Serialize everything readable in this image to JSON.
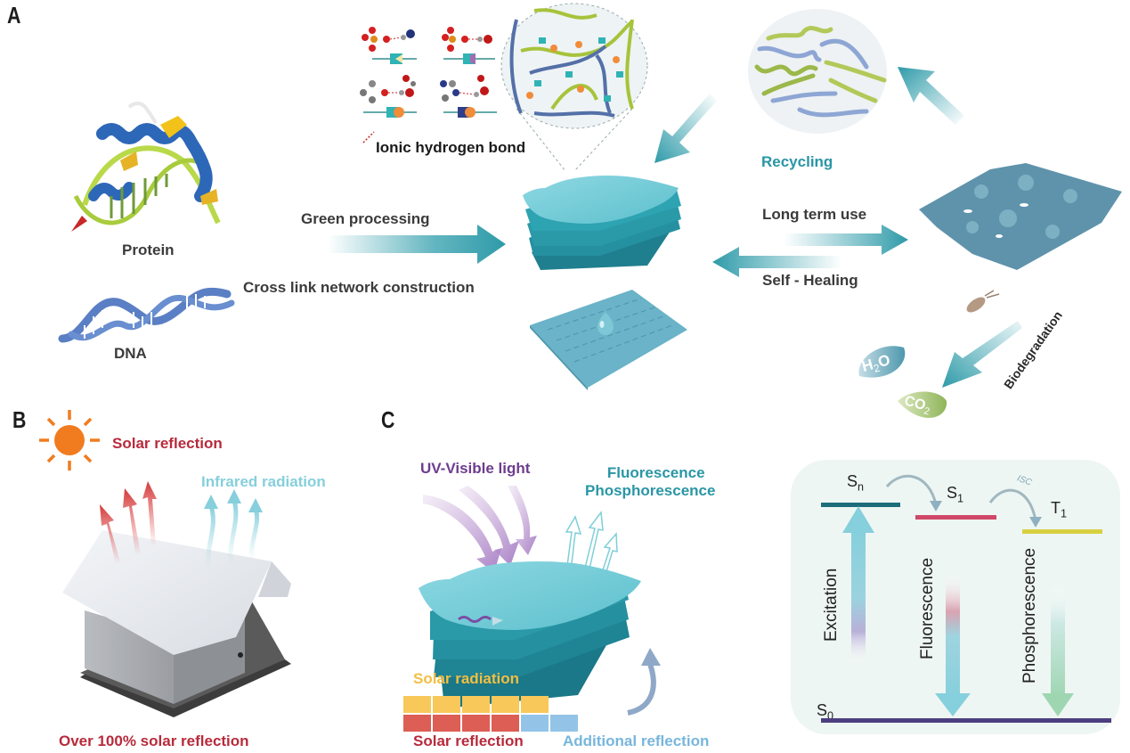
{
  "panels": {
    "a": {
      "letter": "A",
      "protein_label": "Protein",
      "dna_label": "DNA",
      "arrow_top_label": "Green processing",
      "arrow_bottom_label": "Cross link network construction",
      "bond_legend_label": "Ionic hydrogen bond",
      "recycling_label": "Recycling",
      "long_term_label": "Long term use",
      "self_healing_label": "Self - Healing",
      "biodegradation_label": "Biodegradation",
      "h2o_label": "H",
      "h2o_sub": "2",
      "h2o_tail": "O",
      "co2_label": "CO",
      "co2_sub": "2"
    },
    "b": {
      "letter": "B",
      "solar_reflection_label": "Solar reflection",
      "infrared_label": "Infrared radiation",
      "caption": "Over 100% solar reflection"
    },
    "c": {
      "letter": "C",
      "uv_label": "UV-Visible light",
      "emission_line1": "Fluorescence",
      "emission_line2": "Phosphorescence",
      "solar_radiation_label": "Solar radiation",
      "solar_reflection_label": "Solar reflection",
      "additional_reflection_label": "Additional reflection",
      "energy_diagram": {
        "sn_label": "S",
        "sn_sub": "n",
        "s1_label": "S",
        "s1_sub": "1",
        "t1_label": "T",
        "t1_sub": "1",
        "s0_label": "S",
        "s0_sub": "0",
        "isc_label": "ISC",
        "excitation_label": "Excitation",
        "fluorescence_label": "Fluorescence",
        "phosphorescence_label": "Phosphorescence"
      },
      "bar_blocks": {
        "solar_radiation_blocks": 5,
        "solar_reflection_blocks": 4,
        "additional_reflection_blocks": 2
      }
    }
  },
  "colors": {
    "teal": "#2a96a5",
    "dark_text": "#3b3b3b",
    "red": "#b82a3c",
    "sun_orange": "#f07c1f",
    "infrared_blue": "#86cfdc",
    "uv_purple": "#6d3d8e",
    "solar_yellow": "#f9c85a",
    "reflection_red": "#dc5e55",
    "additional_blue": "#93c4e8"
  }
}
